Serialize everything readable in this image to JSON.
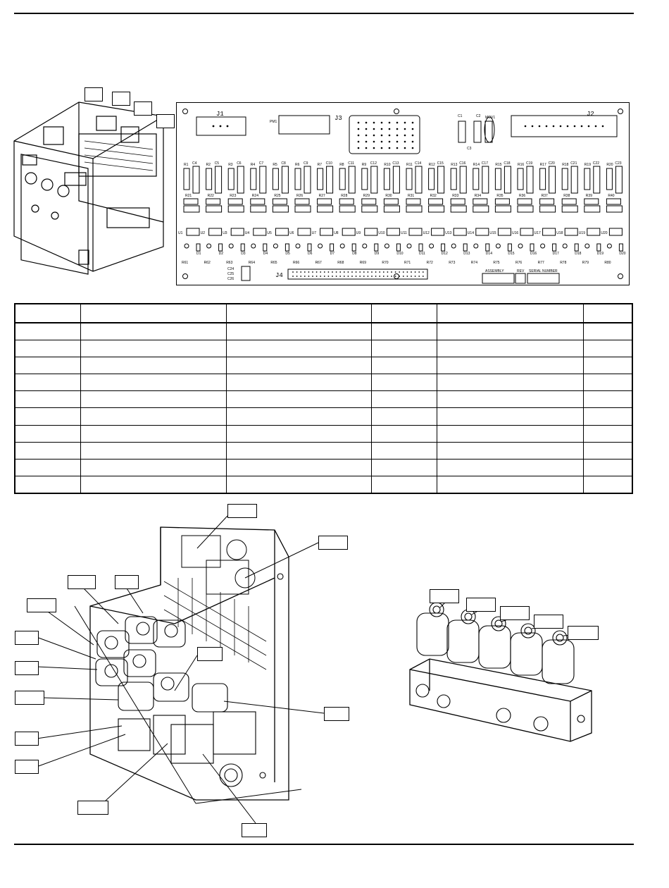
{
  "board": {
    "connectors": {
      "j1": "J1",
      "j2": "J2",
      "j3": "J3",
      "j4": "J4",
      "pm1": "PM1",
      "mov1": "MOV1"
    },
    "caps_top": [
      "C1",
      "C2",
      "C3"
    ],
    "caps_lower": [
      "C24",
      "C25",
      "C26"
    ],
    "footer": {
      "assembly": "ASSEMBLY",
      "rev": "REV",
      "serial": "SERIAL NUMBER"
    },
    "row_r_top": [
      "R1",
      "R2",
      "R3",
      "R4",
      "R5",
      "R6",
      "R7",
      "R8",
      "R9",
      "R10",
      "R11",
      "R12",
      "R13",
      "R14",
      "R15",
      "R16",
      "R17",
      "R18",
      "R19",
      "R20"
    ],
    "row_c_top": [
      "C4",
      "C5",
      "C6",
      "C7",
      "C8",
      "C9",
      "C10",
      "C11",
      "C12",
      "C13",
      "C14",
      "C15",
      "C16",
      "C17",
      "C18",
      "C19",
      "C20",
      "C21",
      "C22",
      "C23"
    ],
    "row_r_mid": [
      "R21",
      "R22",
      "R23",
      "R24",
      "R25",
      "R26",
      "R27",
      "R28",
      "R29",
      "R30",
      "R31",
      "R32",
      "R33",
      "R34",
      "R35",
      "R36",
      "R37",
      "R38",
      "R39",
      "R40"
    ],
    "row_u": [
      "U1",
      "U2",
      "U3",
      "U4",
      "U5",
      "U6",
      "U7",
      "U8",
      "U9",
      "U10",
      "U11",
      "U12",
      "U13",
      "U14",
      "U15",
      "U16",
      "U17",
      "U18",
      "U19",
      "U20"
    ],
    "row_d": [
      "D1",
      "D2",
      "D3",
      "D4",
      "D5",
      "D6",
      "D7",
      "D8",
      "D9",
      "D10",
      "D11",
      "D12",
      "D13",
      "D14",
      "D15",
      "D16",
      "D17",
      "D18",
      "D19",
      "D20"
    ],
    "row_r_bot": [
      "R61",
      "R62",
      "R63",
      "R64",
      "R65",
      "R66",
      "R67",
      "R68",
      "R69",
      "R70",
      "R71",
      "R72",
      "R73",
      "R74",
      "R75",
      "R76",
      "R77",
      "R78",
      "R79",
      "R80"
    ]
  },
  "parts_table": {
    "rows": 11,
    "columns": 6
  },
  "figures": {
    "enclosure": {
      "icon": "enclosure-assembly-drawing"
    },
    "manifold_open": {
      "icon": "solenoid-manifold-open-drawing"
    },
    "manifold": {
      "icon": "solenoid-manifold-drawing"
    }
  }
}
